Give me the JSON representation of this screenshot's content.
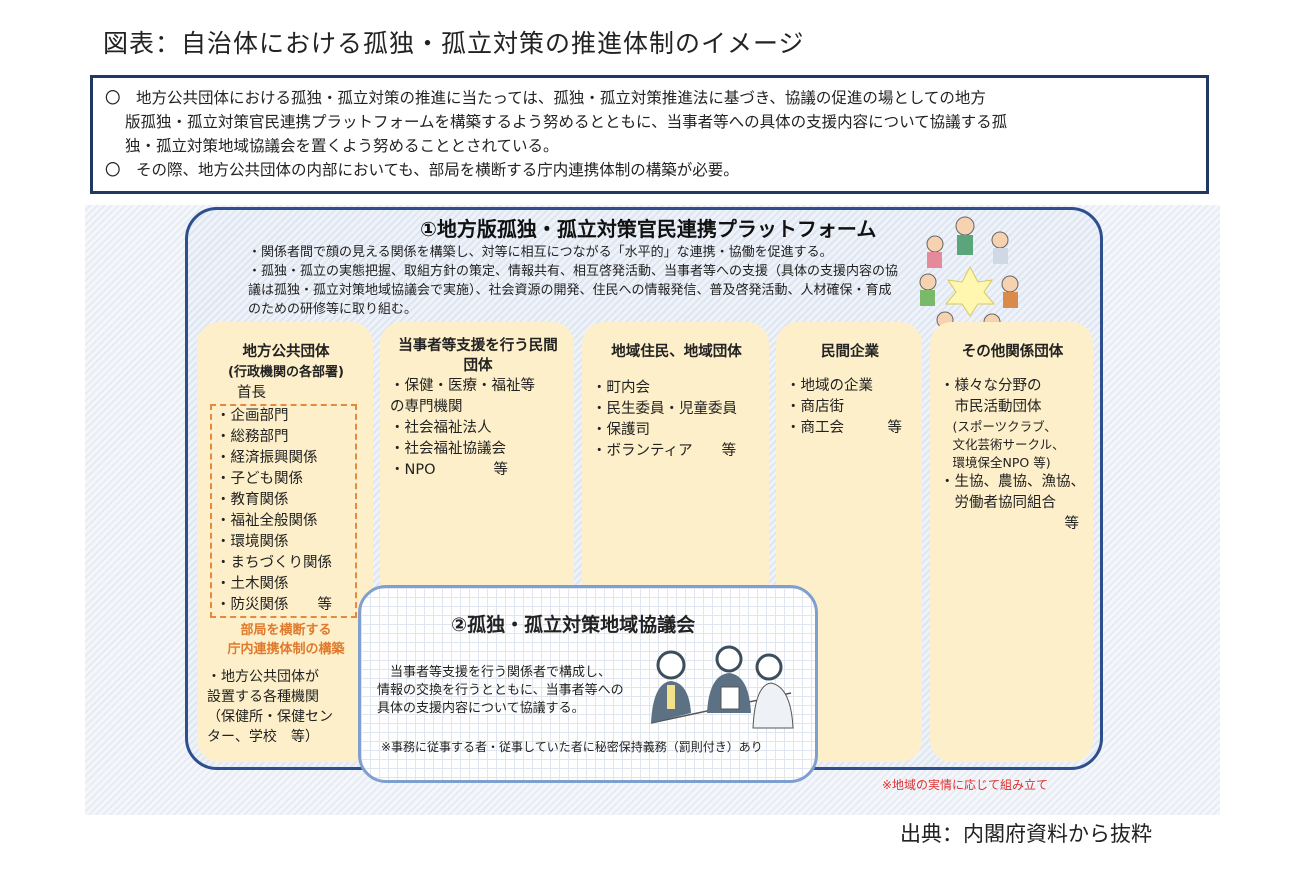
{
  "title": "図表：自治体における孤独・孤立対策の推進体制のイメージ",
  "summary": {
    "lines": [
      "〇　地方公共団体における孤独・孤立対策の推進に当たっては、孤独・孤立対策推進法に基づき、協議の促進の場としての地方",
      "版孤独・孤立対策官民連携プラットフォームを構築するよう努めるとともに、当事者等への具体の支援内容について協議する孤",
      "独・孤立対策地域協議会を置くよう努めることとされている。",
      "〇　その際、地方公共団体の内部においても、部局を横断する庁内連携体制の構築が必要。"
    ]
  },
  "platform": {
    "title": "①地方版孤独・孤立対策官民連携プラットフォーム",
    "desc": [
      "・関係者間で顔の見える関係を構築し、対等に相互につながる「水平的」な連携・協働を促進する。",
      "・孤独・孤立の実態把握、取組方針の策定、情報共有、相互啓発活動、当事者等への支援（具体の支援内容の協議は孤独・孤立対策地域協議会で実施）、社会資源の開発、住民への情報発信、普及啓発活動、人材確保・育成のための研修等に取り組む。"
    ]
  },
  "columns": [
    {
      "title": "地方公共団体",
      "subtitle": "(行政機関の各部署)",
      "head": "首長",
      "depts": [
        "・企画部門",
        "・総務部門",
        "・経済振興関係",
        "・子ども関係",
        "・教育関係",
        "・福祉全般関係",
        "・環境関係",
        "・まちづくり関係",
        "・土木関係",
        "・防災関係　　等"
      ],
      "cross": [
        "部局を横断する",
        "庁内連携体制の構築"
      ],
      "other": [
        "・地方公共団体が",
        "設置する各種機関",
        "（保健所・保健セン",
        "ター、学校　等）"
      ]
    },
    {
      "title": "当事者等支援を行う民間団体",
      "items": [
        "・保健・医療・福祉等",
        "の専門機関",
        "・社会福祉法人",
        "・社会福祉協議会",
        "・NPO　　　　等"
      ]
    },
    {
      "title": "地域住民、地域団体",
      "items": [
        "・町内会",
        "・民生委員・児童委員",
        "・保護司",
        "・ボランティア　　等"
      ]
    },
    {
      "title": "民間企業",
      "items": [
        "・地域の企業",
        "・商店街",
        "・商工会　　　等"
      ]
    },
    {
      "title": "その他関係団体",
      "items": [
        "・様々な分野の",
        "　市民活動団体"
      ],
      "small": [
        "　(スポーツクラブ、",
        "　文化芸術サークル、",
        "　環境保全NPO 等)"
      ],
      "items2": [
        "・生協、農協、漁協、",
        "　労働者協同組合"
      ],
      "etc": "等"
    }
  ],
  "council": {
    "title": "②孤独・孤立対策地域協議会",
    "desc": [
      "　当事者等支援を行う関係者で構成し、",
      "情報の交換を行うとともに、当事者等への",
      "具体の支援内容について協議する。"
    ],
    "note": "※事務に従事する者・従事していた者に秘密保持義務（罰則付き）あり"
  },
  "local_note": "※地域の実情に応じて組み立て",
  "source": "出典：内閣府資料から抜粋"
}
